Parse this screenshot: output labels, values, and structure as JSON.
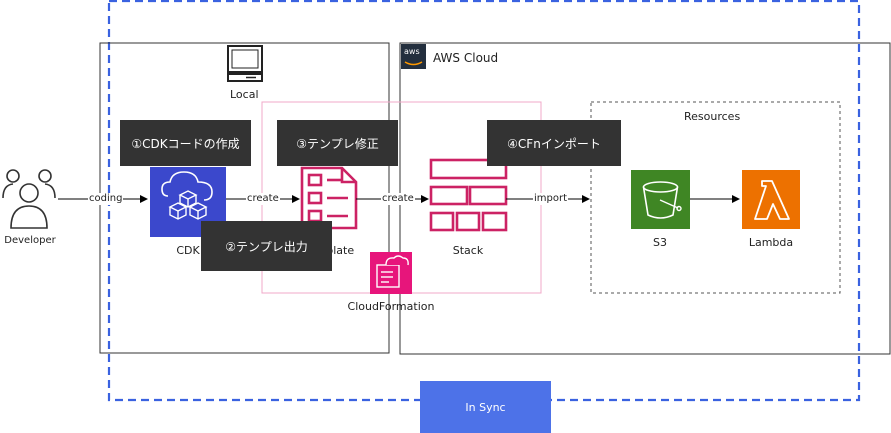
{
  "actors": {
    "developer": "Developer"
  },
  "groups": {
    "local": "Local",
    "aws_cloud": "AWS Cloud",
    "aws_logo": "aws",
    "resources": "Resources"
  },
  "nodes": {
    "cdk": "CDK",
    "template": "Template",
    "stack": "Stack",
    "cloudformation": "CloudFormation",
    "s3": "S3",
    "lambda": "Lambda"
  },
  "edges": {
    "coding": "coding",
    "create_1": "create",
    "create_2": "create",
    "import": "import"
  },
  "steps": {
    "step1": "①CDKコードの作成",
    "step2": "②テンプレ出力",
    "step3": "③テンプレ修正",
    "step4": "④CFnインポート"
  },
  "status": {
    "sync": "In Sync"
  },
  "colors": {
    "dashed_border": "#3a62e0",
    "cdk_blue": "#3b48cc",
    "cfn_pink": "#e7157b",
    "s3_green": "#3f8624",
    "lambda_orange": "#ed7100",
    "step_bg": "#333333",
    "sync_bg": "#4d72e8"
  }
}
